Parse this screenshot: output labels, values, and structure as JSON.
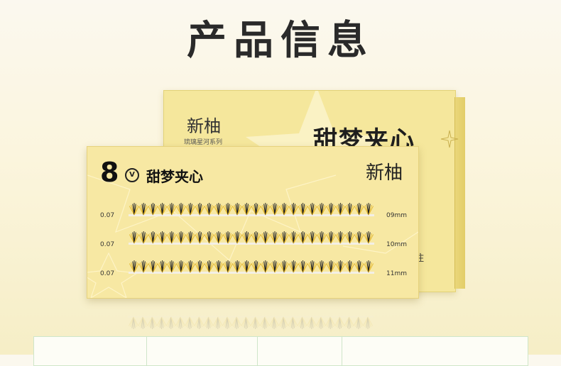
{
  "title": "产品信息",
  "box": {
    "logo": "新柚",
    "series": "琉璃星河系列",
    "name": "甜梦夹心",
    "side_text": "住"
  },
  "card": {
    "number": "8",
    "badge": "V",
    "name": "甜梦夹心",
    "logo": "新柚",
    "rows": [
      {
        "thickness": "0.07",
        "length": "09mm"
      },
      {
        "thickness": "0.07",
        "length": "10mm"
      },
      {
        "thickness": "0.07",
        "length": "11mm"
      }
    ]
  },
  "colors": {
    "box": "#f5e79c",
    "card": "#f7e8a3",
    "lash_tip": "#e2b62d",
    "lash": "#1a1a1a"
  }
}
